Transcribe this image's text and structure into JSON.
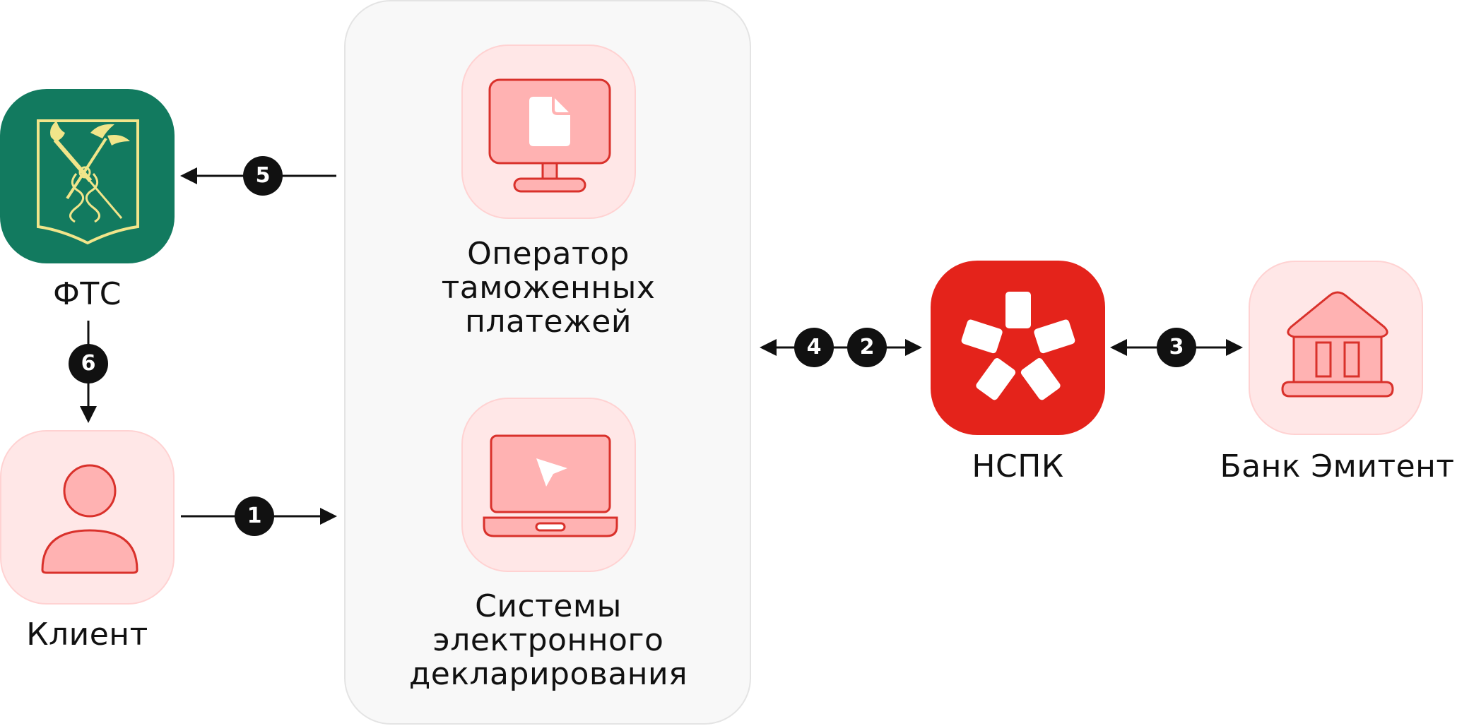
{
  "nodes": {
    "fts": {
      "label": "ФТС"
    },
    "client": {
      "label": "Клиент"
    },
    "operator": {
      "label": "Оператор таможенных платежей"
    },
    "declaration": {
      "label": "Системы электронного декларирования"
    },
    "nspk": {
      "label": "НСПК"
    },
    "bank": {
      "label": "Банк Эмитент"
    }
  },
  "steps": {
    "s1": "1",
    "s2": "2",
    "s3": "3",
    "s4": "4",
    "s5": "5",
    "s6": "6"
  },
  "colors": {
    "accent_red": "#e4231b",
    "icon_fill": "#ffb2b2",
    "icon_stroke": "#d9312b",
    "tile_light": "#ffe7e7",
    "fts_green": "#127a5f",
    "fts_emblem": "#f1e58a"
  },
  "icons": {
    "fts": "customs-emblem-icon",
    "client": "user-icon",
    "operator": "monitor-document-icon",
    "declaration": "laptop-cursor-icon",
    "nspk": "nspk-star-logo",
    "bank": "bank-icon"
  }
}
